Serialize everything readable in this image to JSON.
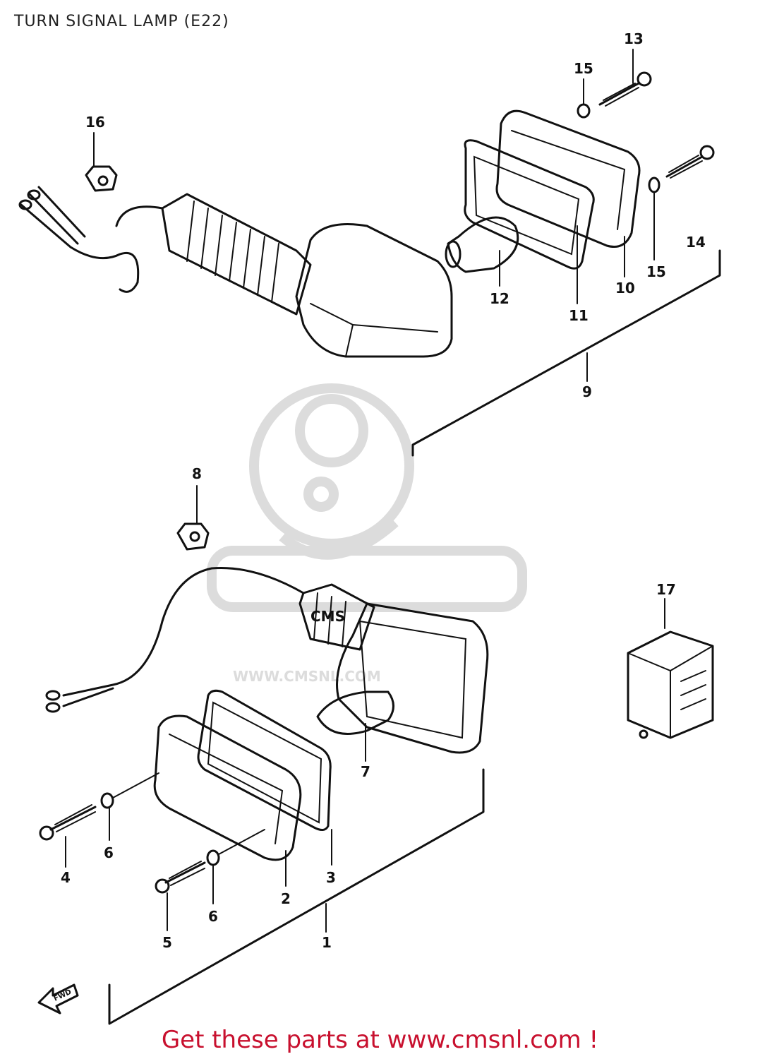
{
  "title": "TURN SIGNAL LAMP (E22)",
  "footer": "Get these parts at www.cmsnl.com !",
  "watermark": {
    "brand": "CMS",
    "url": "WWW.CMSNL.COM"
  },
  "front_arrow_label": "FWD",
  "colors": {
    "line": "#111111",
    "footer": "#c8102e",
    "watermark": "#dcdcdc"
  },
  "callouts": [
    {
      "id": "1",
      "label": "1"
    },
    {
      "id": "2",
      "label": "2"
    },
    {
      "id": "3",
      "label": "3"
    },
    {
      "id": "4",
      "label": "4"
    },
    {
      "id": "5",
      "label": "5"
    },
    {
      "id": "6a",
      "label": "6"
    },
    {
      "id": "6b",
      "label": "6"
    },
    {
      "id": "7",
      "label": "7"
    },
    {
      "id": "8",
      "label": "8"
    },
    {
      "id": "9",
      "label": "9"
    },
    {
      "id": "10",
      "label": "10"
    },
    {
      "id": "11",
      "label": "11"
    },
    {
      "id": "12",
      "label": "12"
    },
    {
      "id": "13",
      "label": "13"
    },
    {
      "id": "14",
      "label": "14"
    },
    {
      "id": "15a",
      "label": "15"
    },
    {
      "id": "15b",
      "label": "15"
    },
    {
      "id": "16",
      "label": "16"
    },
    {
      "id": "17",
      "label": "17"
    }
  ]
}
